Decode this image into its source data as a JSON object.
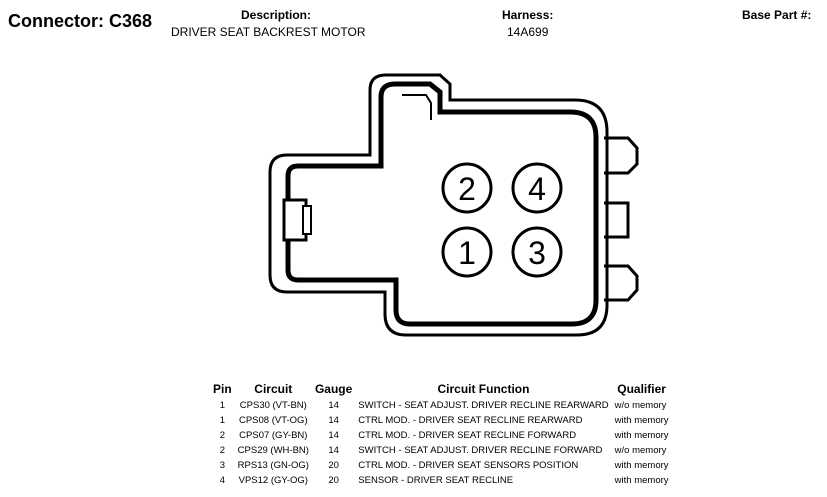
{
  "header": {
    "connector_title": "Connector: C368",
    "description_label": "Description:",
    "description_value": "DRIVER SEAT BACKREST MOTOR",
    "harness_label": "Harness:",
    "harness_value": "14A699",
    "base_part_label": "Base Part #:"
  },
  "connector": {
    "pins": [
      "2",
      "4",
      "1",
      "3"
    ]
  },
  "table": {
    "headers": {
      "pin": "Pin",
      "circuit": "Circuit",
      "gauge": "Gauge",
      "function": "Circuit Function",
      "qualifier": "Qualifier"
    },
    "rows": [
      {
        "pin": "1",
        "circuit": "CPS30 (VT-BN)",
        "gauge": "14",
        "function": "SWITCH - SEAT ADJUST. DRIVER RECLINE REARWARD",
        "qualifier": "w/o memory"
      },
      {
        "pin": "1",
        "circuit": "CPS08 (VT-OG)",
        "gauge": "14",
        "function": "CTRL MOD. - DRIVER SEAT RECLINE REARWARD",
        "qualifier": "with memory"
      },
      {
        "pin": "2",
        "circuit": "CPS07 (GY-BN)",
        "gauge": "14",
        "function": "CTRL MOD. - DRIVER SEAT RECLINE FORWARD",
        "qualifier": "with memory"
      },
      {
        "pin": "2",
        "circuit": "CPS29 (WH-BN)",
        "gauge": "14",
        "function": "SWITCH - SEAT ADJUST. DRIVER RECLINE FORWARD",
        "qualifier": "w/o memory"
      },
      {
        "pin": "3",
        "circuit": "RPS13 (GN-OG)",
        "gauge": "20",
        "function": "CTRL MOD. - DRIVER SEAT SENSORS POSITION",
        "qualifier": "with memory"
      },
      {
        "pin": "4",
        "circuit": "VPS12 (GY-OG)",
        "gauge": "20",
        "function": "SENSOR - DRIVER SEAT RECLINE",
        "qualifier": "with memory"
      }
    ]
  }
}
